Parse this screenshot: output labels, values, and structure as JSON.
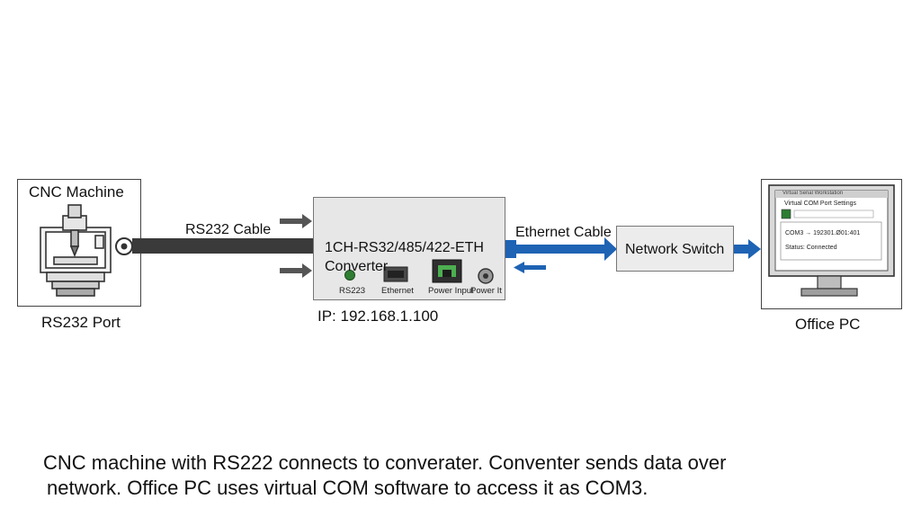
{
  "cnc": {
    "title": "CNC Machine",
    "port_label": "RS232 Port"
  },
  "cable_left": {
    "label": "RS232 Cable"
  },
  "converter": {
    "name": "1CH-RS32/485/422-ETH Converter",
    "ports": [
      "RS223",
      "Ethernet",
      "Power Input",
      "Power It"
    ],
    "ip_label": "IP: 192.168.1.100"
  },
  "cable_right": {
    "label": "Ethernet Cable"
  },
  "switch": {
    "label": "Network Switch"
  },
  "pc": {
    "label": "Office PC",
    "window_title": "Virtual Serial Workstation",
    "window_heading": "Virtual COM Port Settings",
    "mapping": "COM3 → 192301.Ø01:401",
    "status": "Status: Connected"
  },
  "caption": {
    "line1": "CNC machine with RS222 connects to converater. Conventer sends data over",
    "line2": "network. Office PC uses virtual COM software to access it as COM3."
  },
  "colors": {
    "ethernet_blue": "#1e63b4",
    "dark_cable": "#3a3a3a",
    "led_green": "#2e7d32"
  }
}
